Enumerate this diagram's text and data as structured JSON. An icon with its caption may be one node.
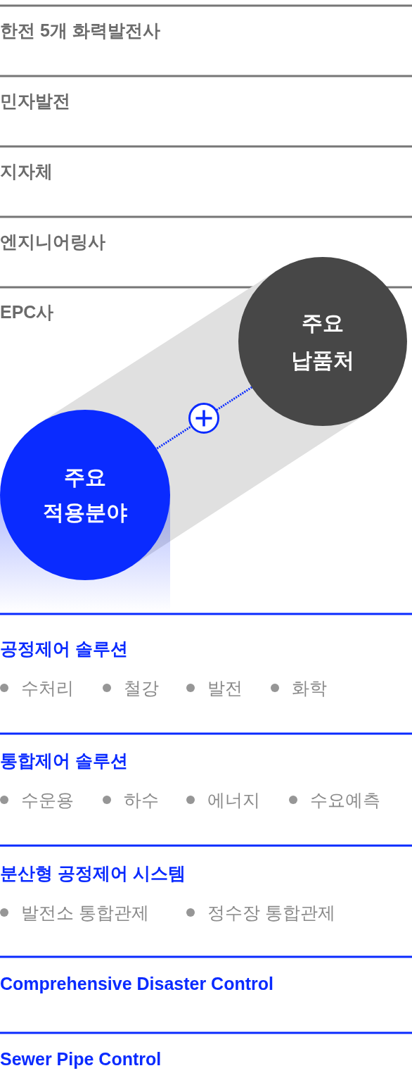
{
  "diagram": {
    "nodes": [
      {
        "text": [
          "주요 납품처"
        ]
      },
      {
        "text": [
          "주요 적용분야"
        ]
      }
    ],
    "edges": [
      {
        "from": 0,
        "to": 1,
        "arrow": "none",
        "style": "dashed"
      }
    ],
    "labels": [
      "한전 5개 화력발전사",
      "민자발전",
      "지자체",
      "엔지니어링사",
      "EPC사",
      "공정제어 솔루션",
      "수처리",
      "철강",
      "발전",
      "화학",
      "통합제어 솔루션",
      "수운용",
      "하수",
      "에너지",
      "수요예측",
      "분산형 공정제어 시스템",
      "발전소 통합관제",
      "정수장 통합관제",
      "Comprehensive Disaster Control",
      "Sewer Pipe Control"
    ]
  }
}
